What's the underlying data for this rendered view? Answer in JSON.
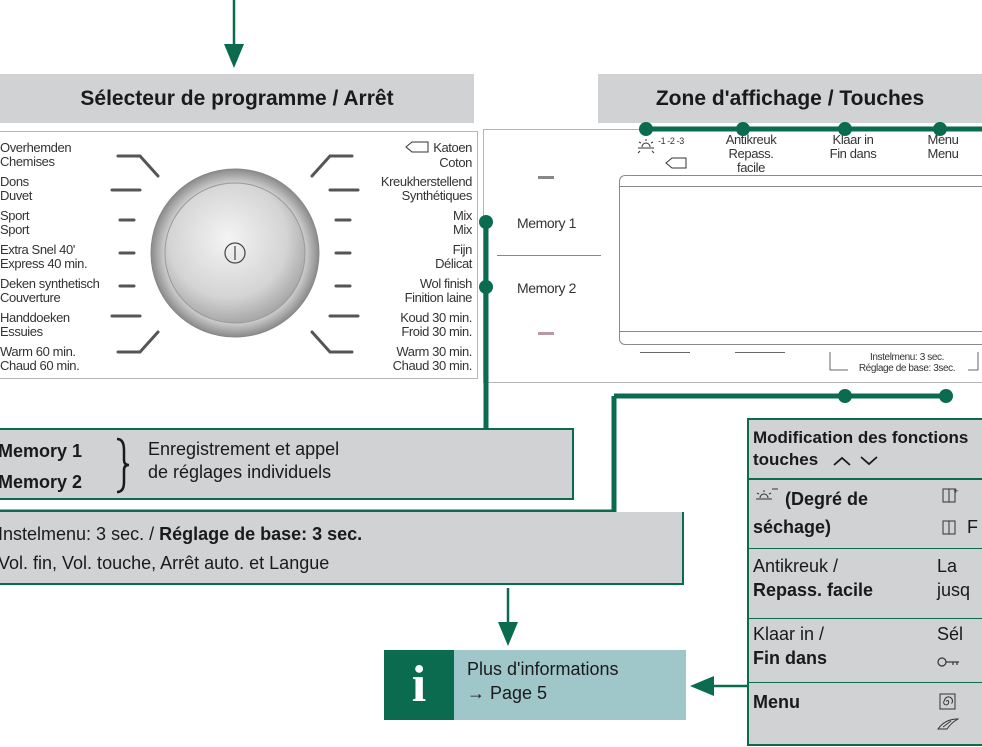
{
  "selector_title": "Sélecteur de programme / Arrêt",
  "display_title": "Zone d'affichage / Touches",
  "programs_left": [
    [
      "Overhemden",
      "Chemises"
    ],
    [
      "Dons",
      "Duvet"
    ],
    [
      "Sport",
      "Sport"
    ],
    [
      "Extra Snel 40'",
      "Express 40 min."
    ],
    [
      "Deken synthetisch",
      "Couverture"
    ],
    [
      "Handdoeken",
      "Essuies"
    ],
    [
      "Warm 60 min.",
      "Chaud 60 min."
    ]
  ],
  "programs_right": [
    [
      "Katoen",
      "Coton"
    ],
    [
      "Kreukherstellend",
      "Synthétiques"
    ],
    [
      "Mix",
      "Mix"
    ],
    [
      "Fijn",
      "Délicat"
    ],
    [
      "Wol finish",
      "Finition laine"
    ],
    [
      "Koud 30 min.",
      "Froid 30 min."
    ],
    [
      "Warm 30 min.",
      "Chaud 30 min."
    ]
  ],
  "memory": {
    "m1": "Memory 1",
    "m2": "Memory 2"
  },
  "keys": {
    "degree": "-1 -2 -3",
    "antikreuk": [
      "Antikreuk",
      "Repass. facile"
    ],
    "klaar": [
      "Klaar in",
      "Fin dans"
    ],
    "menu": [
      "Menu",
      "Menu"
    ]
  },
  "instel_small": [
    "Instelmenu: 3 sec.",
    "Réglage de base: 3sec."
  ],
  "memory_box": {
    "label1": "Memory 1",
    "label2": "Memory 2",
    "desc1": "Enregistrement et appel",
    "desc2": "de réglages individuels"
  },
  "instel_box": {
    "line1_normal": "Instelmenu: 3 sec. / ",
    "line1_bold": "Réglage de base: 3 sec.",
    "line2": "Vol. fin, Vol. touche, Arrêt auto. et Langue"
  },
  "info_box": {
    "icon": "i",
    "line1": "Plus d'informations",
    "line2": "→ Page 5"
  },
  "table": {
    "header1": "Modification des fonctions",
    "header2": "touches",
    "rows": [
      {
        "name1": "(Degré de",
        "name2": "séchage)",
        "val1": "+",
        "val2": "F"
      },
      {
        "name1": "Antikreuk /",
        "name2": "Repass. facile",
        "val1": "La",
        "val2": "jusq"
      },
      {
        "name1": "Klaar in /",
        "name2": "Fin dans",
        "val1": "Sél",
        "val2": ""
      },
      {
        "name1": "Menu",
        "name2": "",
        "val1": "",
        "val2": ""
      }
    ]
  },
  "colors": {
    "green": "#0a6b4f",
    "band_grey": "#d0d2d3",
    "info_teal": "#9fc6c9",
    "info_dark": "#0a6b4f"
  }
}
